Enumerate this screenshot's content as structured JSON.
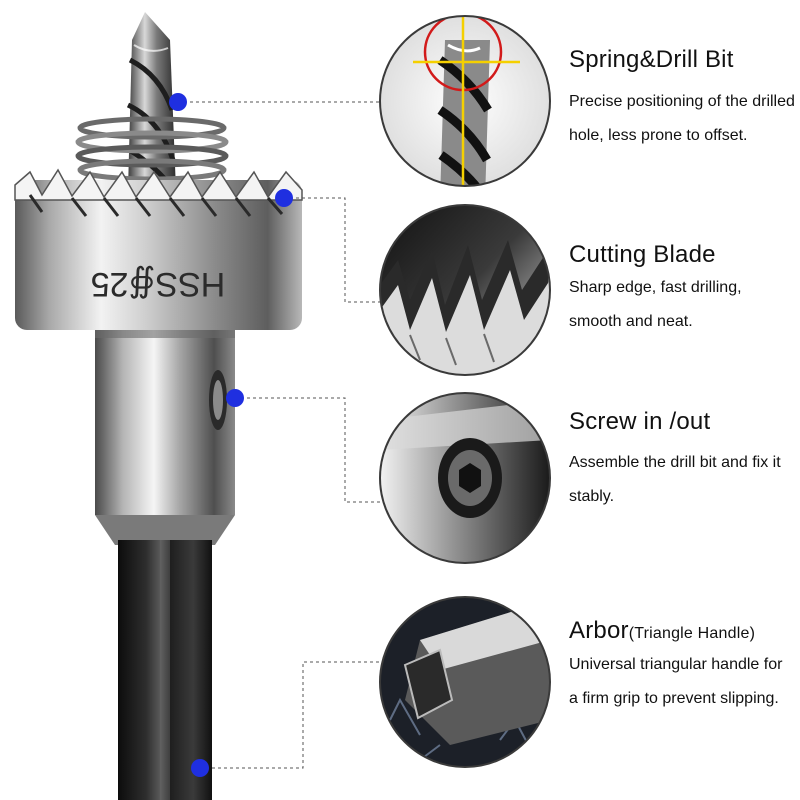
{
  "product": {
    "engraving": "HSS∯25"
  },
  "features": [
    {
      "title": "Spring&Drill Bit",
      "subtitle": "",
      "description": "Precise positioning of the drilled hole, less prone to offset.",
      "icon": "drill-bit-closeup-icon"
    },
    {
      "title": "Cutting Blade",
      "subtitle": "",
      "description": "Sharp edge, fast drilling, smooth and neat.",
      "icon": "cutting-teeth-closeup-icon"
    },
    {
      "title": "Screw in /out",
      "subtitle": "",
      "description": "Assemble the drill bit and fix it stably.",
      "icon": "hex-screw-closeup-icon"
    },
    {
      "title": "Arbor",
      "subtitle": "(Triangle Handle)",
      "description": "Universal triangular handle for a firm grip to prevent slipping.",
      "icon": "triangle-shank-closeup-icon"
    }
  ],
  "colors": {
    "marker": "#1f2fe0",
    "steel_light": "#e8e8e8",
    "steel_dark": "#3a3a3a",
    "shank": "#1c1c1c"
  }
}
